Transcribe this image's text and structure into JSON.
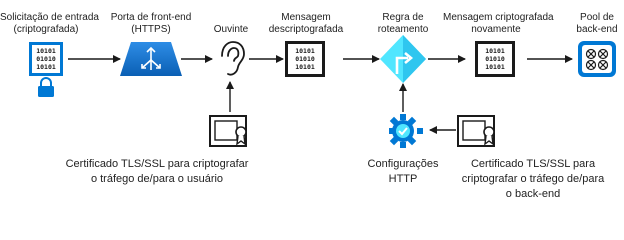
{
  "nodes": [
    {
      "id": "encrypted-request",
      "lines": [
        "Solicitação de entrada",
        "(criptografada)"
      ],
      "icon": "binary-data-icon"
    },
    {
      "id": "frontend-port",
      "lines": [
        "Porta de front-end",
        "(HTTPS)"
      ],
      "icon": "gateway-icon"
    },
    {
      "id": "listener",
      "lines": [
        "Ouvinte"
      ],
      "icon": "ear-icon"
    },
    {
      "id": "decrypted-message",
      "lines": [
        "Mensagem",
        "descriptografada"
      ],
      "icon": "binary-data-icon"
    },
    {
      "id": "routing-rule",
      "lines": [
        "Regra de",
        "roteamento"
      ],
      "icon": "routing-rule-icon"
    },
    {
      "id": "re-encrypted-message",
      "lines": [
        "Mensagem criptografada",
        "novamente"
      ],
      "icon": "binary-data-icon"
    },
    {
      "id": "backend-pool",
      "lines": [
        "Pool de",
        "back-end"
      ],
      "icon": "server-pool-icon"
    }
  ],
  "binary_text": [
    "10101",
    "01010",
    "10101"
  ],
  "bottom": {
    "user_certificate": {
      "lines": [
        "Certificado TLS/SSL para criptografar",
        "o tráfego de/para o usuário"
      ],
      "icon": "certificate-icon"
    },
    "http_settings": {
      "lines": [
        "Configurações",
        "HTTP"
      ],
      "icon": "gear-check-icon"
    },
    "backend_certificate": {
      "lines": [
        "Certificado TLS/SSL para",
        "criptografar o tráfego de/para",
        "o back-end"
      ],
      "icon": "certificate-icon"
    }
  },
  "colors": {
    "accent": "#0078D4",
    "light_blue": "#50E6FF",
    "ink": "#1a1a1a"
  }
}
